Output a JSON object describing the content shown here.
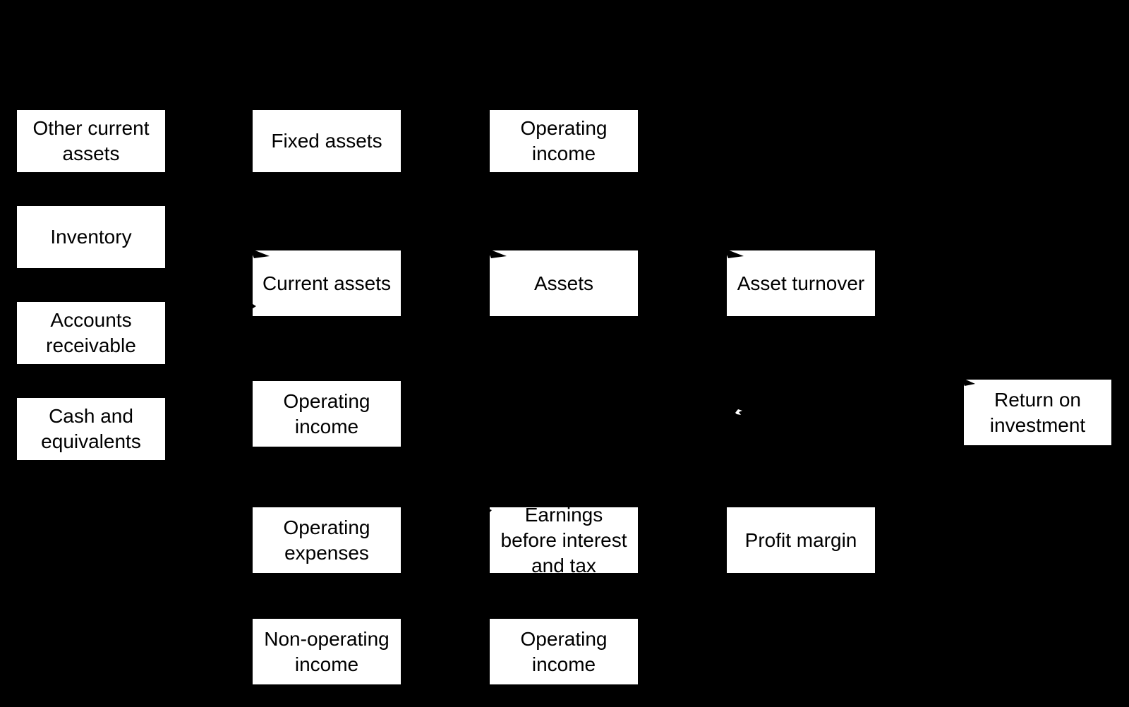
{
  "diagram": {
    "kind": "flowchart",
    "description": "DuPont-style return-on-investment decomposition chart, white boxes on black background",
    "colors": {
      "background": "#000000",
      "node_fill": "#ffffff",
      "node_text": "#000000",
      "arrow_marks": "#000000",
      "junction_mark": "#ffffff"
    }
  },
  "nodes": [
    {
      "label": "Other current assets"
    },
    {
      "label": "Inventory"
    },
    {
      "label": "Accounts receivable"
    },
    {
      "label": "Cash and equivalents"
    },
    {
      "label": "Fixed assets"
    },
    {
      "label": "Current assets"
    },
    {
      "label": "Operating income"
    },
    {
      "label": "Operating expenses"
    },
    {
      "label": "Non-operating income"
    },
    {
      "label": "Operating income"
    },
    {
      "label": "Assets"
    },
    {
      "label": "Earnings before interest and tax"
    },
    {
      "label": "Operating income"
    },
    {
      "label": "Asset turnover"
    },
    {
      "label": "Profit margin"
    },
    {
      "label": "Return on investment"
    }
  ],
  "arrow_marks": [
    {
      "at": "current-assets-top-left"
    },
    {
      "at": "current-assets-bottom-left"
    },
    {
      "at": "assets-top-left"
    },
    {
      "at": "asset-turnover-top-left"
    },
    {
      "at": "earnings-before-interest-and-tax-top-left"
    },
    {
      "at": "return-on-investment-top-left"
    },
    {
      "at": "background-junction-near-roi"
    }
  ]
}
